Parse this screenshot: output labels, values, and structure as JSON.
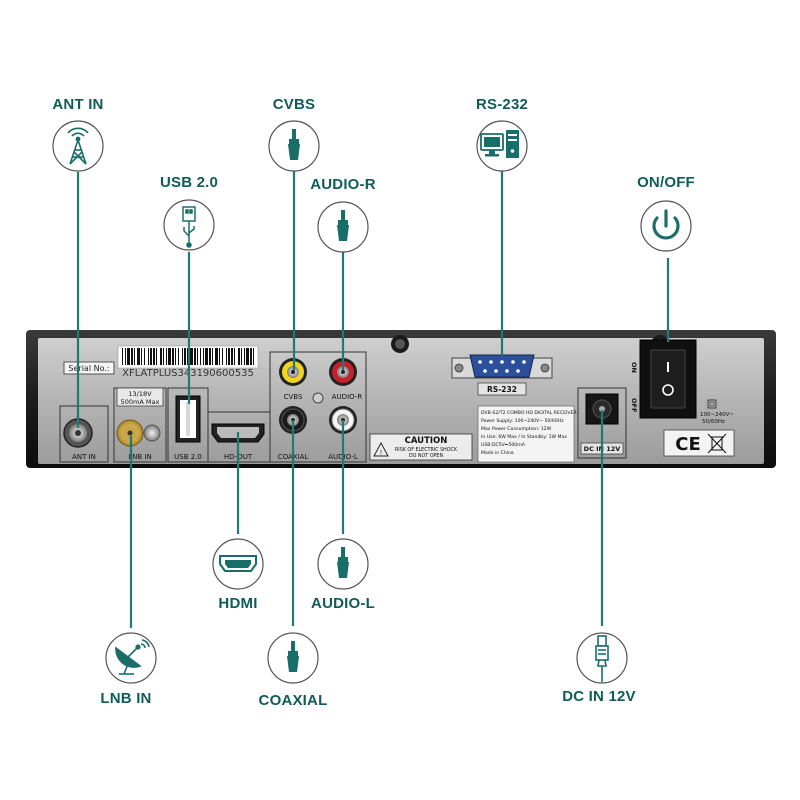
{
  "accent_color": "#1a6e6a",
  "line_color": "#1f7a73",
  "callouts": {
    "ant_in": {
      "label": "ANT IN",
      "icon": "antenna-icon"
    },
    "usb": {
      "label": "USB 2.0",
      "icon": "usb-icon"
    },
    "cvbs": {
      "label": "CVBS",
      "icon": "rca-plug-icon"
    },
    "audio_r": {
      "label": "AUDIO-R",
      "icon": "rca-plug-icon"
    },
    "rs232": {
      "label": "RS-232",
      "icon": "computer-icon"
    },
    "onoff": {
      "label": "ON/OFF",
      "icon": "power-icon"
    },
    "hdmi": {
      "label": "HDMI",
      "icon": "hdmi-icon"
    },
    "audio_l": {
      "label": "AUDIO-L",
      "icon": "rca-plug-icon"
    },
    "lnb_in": {
      "label": "LNB IN",
      "icon": "satellite-dish-icon"
    },
    "coaxial": {
      "label": "COAXIAL",
      "icon": "rca-plug-icon"
    },
    "dc_in": {
      "label": "DC IN 12V",
      "icon": "dc-plug-icon"
    }
  },
  "panel": {
    "serial_label": "Serial No.:",
    "serial_number": "XFLATPLUS343190600535",
    "lnb_spec_1": "13/18V",
    "lnb_spec_2": "500mA Max",
    "port_ant_in": "ANT IN",
    "port_lnb_in": "LNB IN",
    "port_usb": "USB 2.0",
    "port_hdout": "HD-OUT",
    "port_coaxial": "COAXIAL",
    "port_audio_l": "AUDIO-L",
    "port_cvbs": "CVBS",
    "port_audio_r": "AUDIO-R",
    "port_rs232": "RS-232",
    "caution_title": "CAUTION",
    "caution_line1": "RISK OF ELECTRIC SHOCK",
    "caution_line2": "DO NOT OPEN",
    "spec_lines": [
      "DVB-S2/T2 COMBO HD DIGITAL RECEIVER",
      "Power Supply: 100~240V~ 50/60Hz",
      "Max Power Consumption: 12W",
      "In Use: 6W Max / In Standby: 1W Max",
      "USB:DC5V⎓500mA",
      "Made in China"
    ],
    "port_dc_in": "DC IN 12V",
    "switch_on": "ON",
    "switch_off": "OFF",
    "voltage_1": "100~240V~",
    "voltage_2": "50/60Hz",
    "ce_mark": "CE"
  }
}
